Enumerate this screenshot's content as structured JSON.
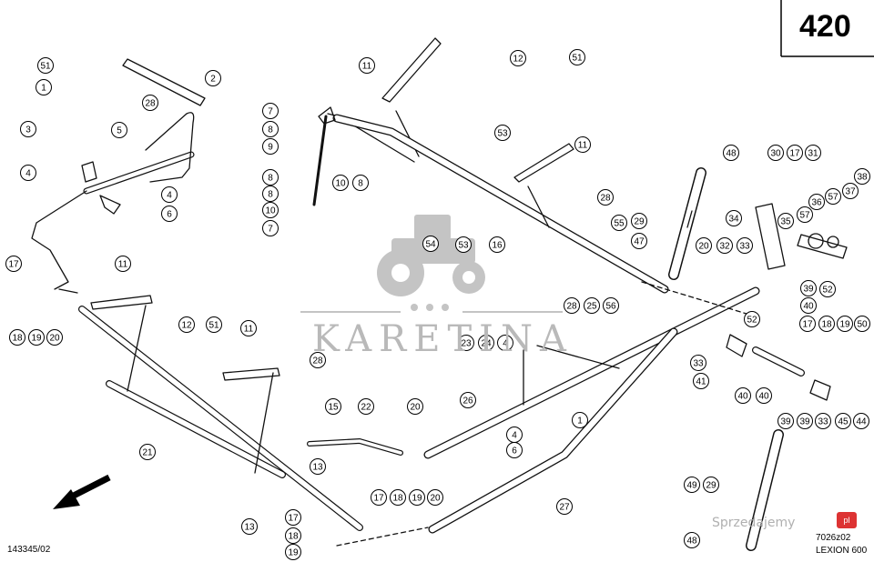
{
  "page_number": "420",
  "doc_number": "143345/02",
  "drawing_ref": "7026z02",
  "model": "LEXION 600",
  "watermark": {
    "text": "KARETINA",
    "icon": "tractor-logo-icon"
  },
  "seller_watermark": {
    "text": "Sprzedajemy",
    "badge": "pl"
  },
  "callouts": [
    {
      "id": "c1",
      "label": "51"
    },
    {
      "id": "c2",
      "label": "1"
    },
    {
      "id": "c3",
      "label": "2"
    },
    {
      "id": "c4",
      "label": "28"
    },
    {
      "id": "c5",
      "label": "3"
    },
    {
      "id": "c6",
      "label": "5"
    },
    {
      "id": "c7",
      "label": "4"
    },
    {
      "id": "c8",
      "label": "4"
    },
    {
      "id": "c9",
      "label": "6"
    },
    {
      "id": "c10",
      "label": "7"
    },
    {
      "id": "c11",
      "label": "8"
    },
    {
      "id": "c12",
      "label": "9"
    },
    {
      "id": "c13",
      "label": "8"
    },
    {
      "id": "c14",
      "label": "8"
    },
    {
      "id": "c15",
      "label": "10"
    },
    {
      "id": "c16",
      "label": "7"
    },
    {
      "id": "c17",
      "label": "11"
    },
    {
      "id": "c18",
      "label": "12"
    },
    {
      "id": "c19",
      "label": "51"
    },
    {
      "id": "c20",
      "label": "53"
    },
    {
      "id": "c21",
      "label": "10"
    },
    {
      "id": "c22",
      "label": "8"
    },
    {
      "id": "c23",
      "label": "11"
    },
    {
      "id": "c24",
      "label": "28"
    },
    {
      "id": "c25",
      "label": "54"
    },
    {
      "id": "c26",
      "label": "53"
    },
    {
      "id": "c27",
      "label": "16"
    },
    {
      "id": "c28",
      "label": "55"
    },
    {
      "id": "c29",
      "label": "29"
    },
    {
      "id": "c30",
      "label": "47"
    },
    {
      "id": "c31",
      "label": "48"
    },
    {
      "id": "c32",
      "label": "30"
    },
    {
      "id": "c33",
      "label": "17"
    },
    {
      "id": "c34",
      "label": "31"
    },
    {
      "id": "c35",
      "label": "38"
    },
    {
      "id": "c36",
      "label": "37"
    },
    {
      "id": "c37",
      "label": "57"
    },
    {
      "id": "c38",
      "label": "36"
    },
    {
      "id": "c39",
      "label": "34"
    },
    {
      "id": "c40",
      "label": "35"
    },
    {
      "id": "c41",
      "label": "57"
    },
    {
      "id": "c42",
      "label": "20"
    },
    {
      "id": "c43",
      "label": "32"
    },
    {
      "id": "c44",
      "label": "33"
    },
    {
      "id": "c45",
      "label": "52"
    },
    {
      "id": "c46",
      "label": "39"
    },
    {
      "id": "c47",
      "label": "40"
    },
    {
      "id": "c48",
      "label": "52"
    },
    {
      "id": "c49",
      "label": "17"
    },
    {
      "id": "c50",
      "label": "18"
    },
    {
      "id": "c51",
      "label": "19"
    },
    {
      "id": "c52",
      "label": "50"
    },
    {
      "id": "c53",
      "label": "33"
    },
    {
      "id": "c54",
      "label": "41"
    },
    {
      "id": "c55",
      "label": "40"
    },
    {
      "id": "c56",
      "label": "40"
    },
    {
      "id": "c57",
      "label": "39"
    },
    {
      "id": "c58",
      "label": "39"
    },
    {
      "id": "c59",
      "label": "33"
    },
    {
      "id": "c60",
      "label": "45"
    },
    {
      "id": "c61",
      "label": "44"
    },
    {
      "id": "c62",
      "label": "17"
    },
    {
      "id": "c63",
      "label": "18"
    },
    {
      "id": "c64",
      "label": "19"
    },
    {
      "id": "c65",
      "label": "20"
    },
    {
      "id": "c66",
      "label": "11"
    },
    {
      "id": "c67",
      "label": "12"
    },
    {
      "id": "c68",
      "label": "51"
    },
    {
      "id": "c69",
      "label": "11"
    },
    {
      "id": "c70",
      "label": "28"
    },
    {
      "id": "c71",
      "label": "15"
    },
    {
      "id": "c72",
      "label": "22"
    },
    {
      "id": "c73",
      "label": "20"
    },
    {
      "id": "c74",
      "label": "13"
    },
    {
      "id": "c75",
      "label": "21"
    },
    {
      "id": "c76",
      "label": "13"
    },
    {
      "id": "c77",
      "label": "17"
    },
    {
      "id": "c78",
      "label": "18"
    },
    {
      "id": "c79",
      "label": "19"
    },
    {
      "id": "c80",
      "label": "17"
    },
    {
      "id": "c81",
      "label": "18"
    },
    {
      "id": "c82",
      "label": "19"
    },
    {
      "id": "c83",
      "label": "20"
    },
    {
      "id": "c84",
      "label": "23"
    },
    {
      "id": "c85",
      "label": "24"
    },
    {
      "id": "c86",
      "label": "4"
    },
    {
      "id": "c87",
      "label": "28"
    },
    {
      "id": "c88",
      "label": "25"
    },
    {
      "id": "c89",
      "label": "56"
    },
    {
      "id": "c90",
      "label": "26"
    },
    {
      "id": "c91",
      "label": "4"
    },
    {
      "id": "c92",
      "label": "6"
    },
    {
      "id": "c93",
      "label": "1"
    },
    {
      "id": "c94",
      "label": "27"
    },
    {
      "id": "c95",
      "label": "49"
    },
    {
      "id": "c96",
      "label": "29"
    },
    {
      "id": "c97",
      "label": "48"
    }
  ]
}
